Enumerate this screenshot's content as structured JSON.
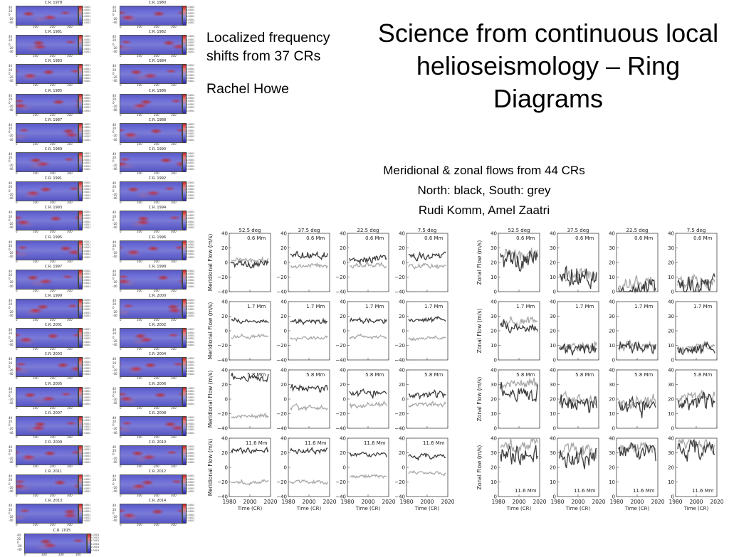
{
  "slide": {
    "title": "Science from continuous local helioseismology – Ring Diagrams",
    "left_caption": {
      "title": "Localized frequency shifts from 37 CRs",
      "author": "Rachel Howe"
    },
    "flows_caption": {
      "line1": "Meridional & zonal flows from 44 CRs",
      "line2": "North: black, South: grey",
      "line3": "Rudi Komm, Amel Zaatri"
    }
  },
  "thumbnails": {
    "crs": [
      "C.R. 1978",
      "C.R. 1980",
      "C.R. 1981",
      "C.R. 1982",
      "C.R. 1983",
      "C.R. 1984",
      "C.R. 1985",
      "C.R. 1986",
      "C.R. 1987",
      "C.R. 1988",
      "C.R. 1989",
      "C.R. 1990",
      "C.R. 1991",
      "C.R. 1992",
      "C.R. 1993",
      "C.R. 1994",
      "C.R. 1995",
      "C.R. 1996",
      "C.R. 1997",
      "C.R. 1998",
      "C.R. 1999",
      "C.R. 2000",
      "C.R. 2001",
      "C.R. 2002",
      "C.R. 2003",
      "C.R. 2004",
      "C.R. 2005",
      "C.R. 2006",
      "C.R. 2007",
      "C.R. 2008",
      "C.R. 2009",
      "C.R. 2010",
      "C.R. 2011",
      "C.R. 2012",
      "C.R. 2013",
      "C.R. 2014",
      "C.R. 2015"
    ],
    "y_ticks": [
      "40",
      "20",
      "0",
      "-20",
      "-40"
    ],
    "x_ticks": [
      "0",
      "100",
      "200",
      "300"
    ],
    "colorbar_ticks": [
      "0.0001",
      "0.0001",
      "0.0001",
      "0.0001",
      "0.0001",
      "0.0001"
    ]
  },
  "chart_data": [
    {
      "type": "line",
      "name": "meridional",
      "xlabel": "Time (CR)",
      "ylabel": "Meridional Flow (m/s)",
      "x": [
        1980,
        2000,
        2020
      ],
      "x_ticks": [
        "1980",
        "2000",
        "2020"
      ],
      "ylim": [
        -40,
        40
      ],
      "y_ticks": [
        "40",
        "20",
        "0",
        "−20",
        "−40"
      ],
      "columns": [
        "52.5 deg",
        "37.5 deg",
        "22.5 deg",
        "7.5 deg"
      ],
      "rows": [
        "0.6 Mm",
        "1.7 Mm",
        "5.8 Mm",
        "11.6 Mm"
      ],
      "legend": {
        "north": "black",
        "south": "grey"
      },
      "means": {
        "north": [
          [
            -2,
            10,
            6,
            8
          ],
          [
            13,
            13,
            14,
            15
          ],
          [
            30,
            15,
            8,
            6
          ],
          [
            23,
            23,
            17,
            15
          ]
        ],
        "south": [
          [
            3,
            -5,
            -4,
            -6
          ],
          [
            -8,
            -10,
            -8,
            -10
          ],
          [
            -24,
            -12,
            -8,
            -8
          ],
          [
            -20,
            -20,
            -12,
            -8
          ]
        ]
      }
    },
    {
      "type": "line",
      "name": "zonal",
      "xlabel": "Time (CR)",
      "ylabel": "Zonal Flow (m/s)",
      "x": [
        1980,
        2000,
        2020
      ],
      "x_ticks": [
        "1980",
        "2000",
        "2020"
      ],
      "ylim": [
        0,
        40
      ],
      "y_ticks": [
        "40",
        "30",
        "20",
        "10",
        "0"
      ],
      "columns": [
        "52.5 deg",
        "37.5 deg",
        "22.5 deg",
        "7.5 deg"
      ],
      "rows": [
        "0.6 Mm",
        "1.7 Mm",
        "5.8 Mm",
        "11.6 Mm"
      ],
      "row_ylims": [
        [
          0,
          40
        ],
        [
          0,
          40
        ],
        [
          0,
          40
        ],
        [
          0,
          40
        ]
      ],
      "legend": {
        "north": "black",
        "south": "grey"
      },
      "means": {
        "north": [
          [
            22,
            10,
            3,
            3
          ],
          [
            22,
            8,
            9,
            7
          ],
          [
            25,
            17,
            15,
            18
          ],
          [
            28,
            27,
            30,
            32
          ]
        ],
        "south": [
          [
            25,
            11,
            5,
            5
          ],
          [
            26,
            9,
            10,
            9
          ],
          [
            30,
            19,
            18,
            21
          ],
          [
            36,
            32,
            34,
            35
          ]
        ]
      }
    }
  ]
}
